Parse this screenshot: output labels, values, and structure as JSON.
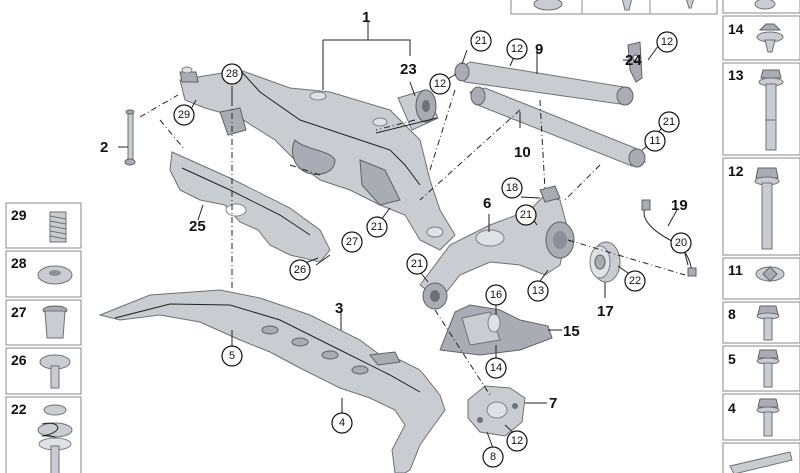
{
  "callouts": {
    "c1": "1",
    "c2": "2",
    "c3": "3",
    "c4": "4",
    "c5": "5",
    "c6": "6",
    "c7": "7",
    "c8": "8",
    "c9": "9",
    "c10": "10",
    "c11": "11",
    "c12a": "12",
    "c12b": "12",
    "c12c": "12",
    "c12d": "12",
    "c13": "13",
    "c14": "14",
    "c15": "15",
    "c16": "16",
    "c17": "17",
    "c18": "18",
    "c19": "19",
    "c20": "20",
    "c21a": "21",
    "c21b": "21",
    "c21c": "21",
    "c21d": "21",
    "c21e": "21",
    "c22": "22",
    "c23": "23",
    "c24": "24",
    "c25": "25",
    "c26": "26",
    "c27": "27",
    "c28": "28",
    "c29": "29"
  },
  "right_column": [
    "14",
    "13",
    "12",
    "11",
    "8",
    "5",
    "4"
  ],
  "left_column": [
    "29",
    "28",
    "27",
    "26",
    "22"
  ]
}
